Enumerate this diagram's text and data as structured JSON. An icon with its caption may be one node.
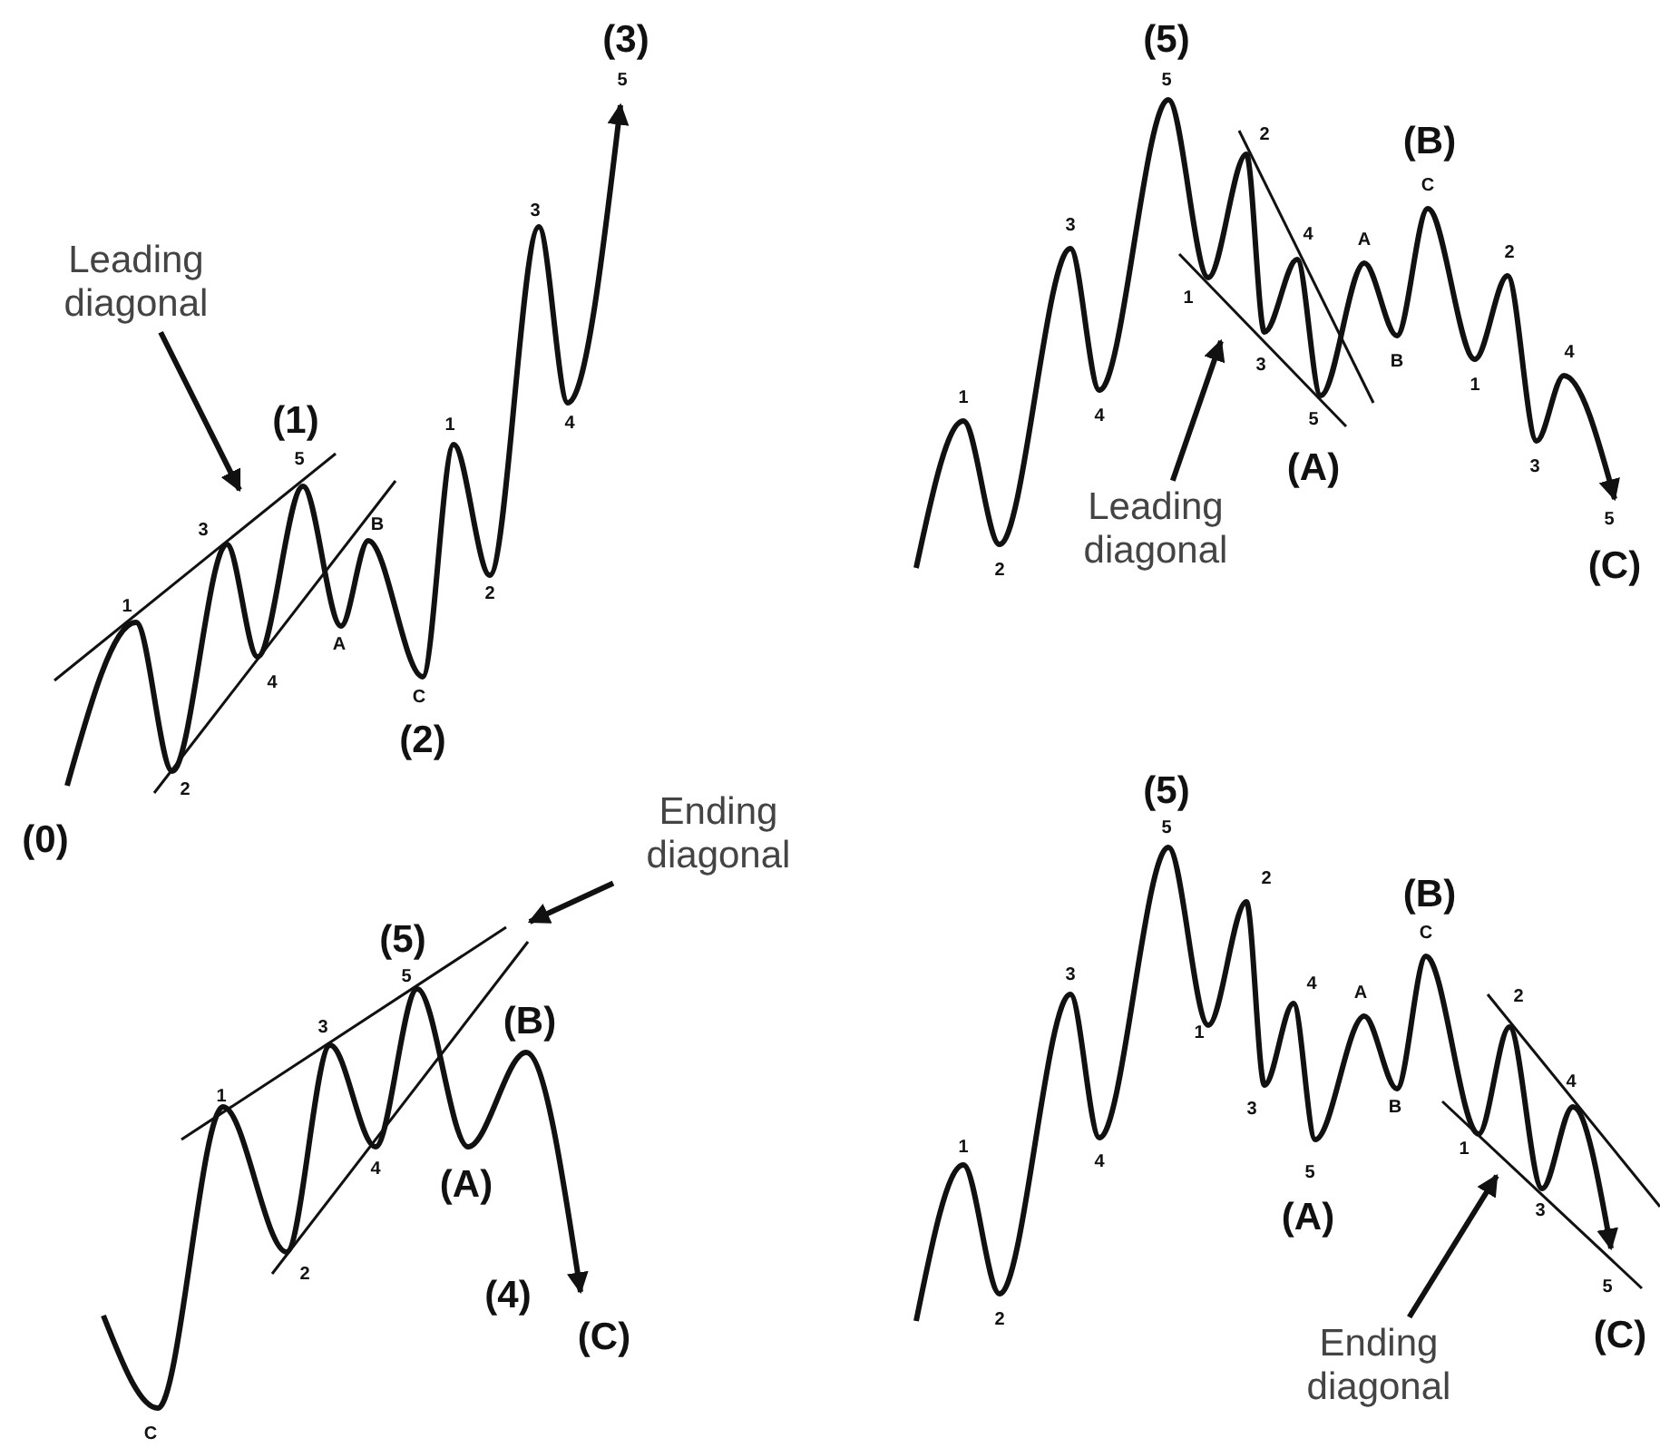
{
  "diagram": {
    "nodes": [
      {
        "text": [
          "Leading diagonal"
        ]
      },
      {
        "text": [
          "Leading diagonal"
        ]
      },
      {
        "text": [
          "Ending diagonal"
        ]
      },
      {
        "text": [
          "Ending diagonal"
        ]
      }
    ],
    "edges": [
      {
        "from": 0,
        "to": null,
        "arrow": "to"
      },
      {
        "from": 1,
        "to": null,
        "arrow": "to"
      },
      {
        "from": 2,
        "to": null,
        "arrow": "to"
      },
      {
        "from": 3,
        "to": null,
        "arrow": "to"
      }
    ],
    "labels": [
      "(3)",
      "5",
      "3",
      "(1)",
      "1",
      "4",
      "5",
      "B",
      "3",
      "2",
      "1",
      "A",
      "4",
      "C",
      "(2)",
      "2",
      "(0)",
      "(5)",
      "5",
      "2",
      "(B)",
      "C",
      "3",
      "4",
      "A",
      "1",
      "2",
      "3",
      "B",
      "1",
      "1",
      "4",
      "4",
      "5",
      "(A)",
      "3",
      "2",
      "5",
      "(C)",
      "(5)",
      "5",
      "3",
      "(B)",
      "1",
      "4",
      "2",
      "(A)",
      "(4)",
      "(C)",
      "C",
      "(5)",
      "5",
      "2",
      "(B)",
      "C",
      "3",
      "4",
      "A",
      "2",
      "4",
      "1",
      "3",
      "B",
      "1",
      "4",
      "5",
      "1",
      "(A)",
      "3",
      "5",
      "(C)",
      "2"
    ]
  }
}
